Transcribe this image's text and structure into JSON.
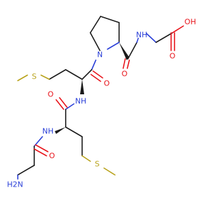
{
  "colors": {
    "background": "#ffffff",
    "bond": "#1a1a1a",
    "oxygen": "#e8141b",
    "nitrogen": "#2a3fd8",
    "sulfur": "#b8a21a"
  },
  "atoms": {
    "nh_top": "NH",
    "n_ring": "N",
    "oh": "OH",
    "o_acid": "O",
    "o_pro": "O",
    "o_met1": "O",
    "s_met1": "S",
    "nh_mid": "NH",
    "o_met2": "O",
    "nh_low": "NH",
    "s_met2": "S",
    "o_gly": "O",
    "h2n": "H2N"
  }
}
